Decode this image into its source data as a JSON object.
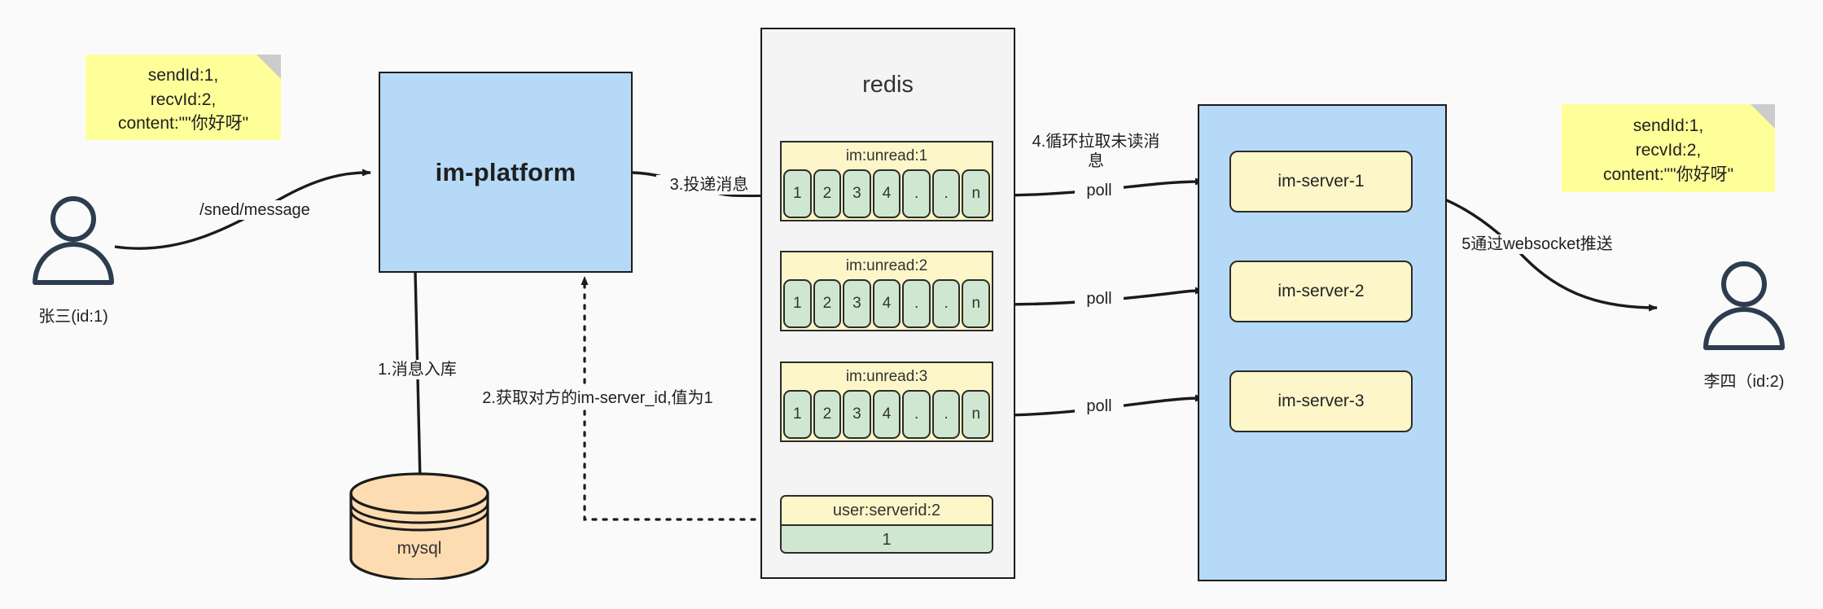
{
  "diagram": {
    "title": "IM message delivery architecture",
    "background": "#fafafa",
    "colors": {
      "sticky": "#ffff99",
      "platform": "#b6d9f7",
      "cluster": "#b6d9f7",
      "redis_container": "#f4f4f4",
      "queue_header": "#fdf6c8",
      "queue_cell": "#cfe7d0",
      "server": "#fdf6c8",
      "mysql": "#fcdcb0",
      "stroke": "#1b1b1b",
      "actor": "#2d3c4e"
    }
  },
  "actors": [
    {
      "id": "sender",
      "caption": "张三(id:1)",
      "icon": "user-icon"
    },
    {
      "id": "receiver",
      "caption": "李四（id:2)",
      "icon": "user-icon"
    }
  ],
  "sticky_notes": [
    {
      "id": "left-note",
      "text": "sendId:1,\nrecvId:2,\ncontent:\"\"你好呀\""
    },
    {
      "id": "right-note",
      "text": "sendId:1,\nrecvId:2,\ncontent:\"\"你好呀\""
    }
  ],
  "platform": {
    "label": "im-platform"
  },
  "database": {
    "label": "mysql"
  },
  "redis": {
    "title": "redis",
    "queues": [
      {
        "key": "im:unread:1",
        "cells": [
          "1",
          "2",
          "3",
          "4",
          ".",
          ".",
          "n"
        ]
      },
      {
        "key": "im:unread:2",
        "cells": [
          "1",
          "2",
          "3",
          "4",
          ".",
          ".",
          "n"
        ]
      },
      {
        "key": "im:unread:3",
        "cells": [
          "1",
          "2",
          "3",
          "4",
          ".",
          ".",
          "n"
        ]
      }
    ],
    "kv": {
      "key": "user:serverid:2",
      "value": "1"
    }
  },
  "servers": [
    {
      "label": "im-server-1"
    },
    {
      "label": "im-server-2"
    },
    {
      "label": "im-server-3"
    }
  ],
  "edges": [
    {
      "id": "send-message",
      "label": "/sned/message"
    },
    {
      "id": "save-db",
      "label": "1.消息入库"
    },
    {
      "id": "get-serverid",
      "label": "2.获取对方的im-server_id,值为1"
    },
    {
      "id": "deliver",
      "label": "3.投递消息"
    },
    {
      "id": "poll-loop",
      "label": "4.循环拉取未读消\n息"
    },
    {
      "id": "poll-1",
      "label": "poll"
    },
    {
      "id": "poll-2",
      "label": "poll"
    },
    {
      "id": "poll-3",
      "label": "poll"
    },
    {
      "id": "websocket-push",
      "label": "5通过websocket推送"
    }
  ]
}
